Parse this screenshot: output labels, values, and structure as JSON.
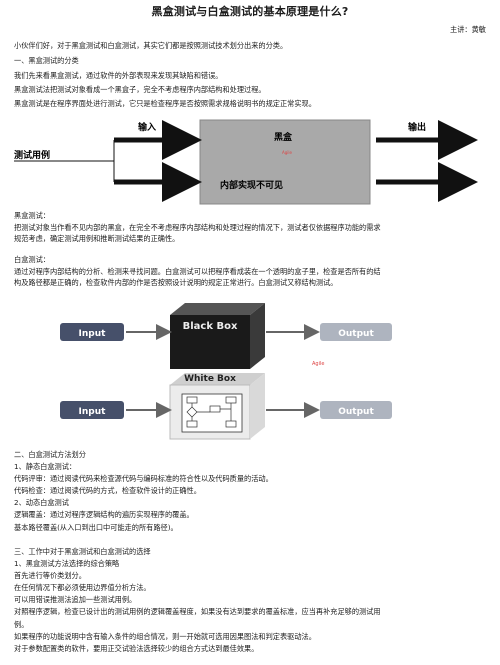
{
  "doc": {
    "title": "黑盒测试与白盒测试的基本原理是什么?",
    "author": "主讲：黄敏"
  },
  "intro": "小伙伴们好，对于黑盒测试和白盒测试，其实它们都是按照测试技术划分出来的分类。",
  "section1": {
    "heading": "一、黑盒测试的分类",
    "lines": [
      "我们先来看黑盒测试，通过软件的外部表现来发现其缺陷和错误。",
      "黑盒测试法把测试对象看成一个黑盒子，完全不考虑程序内部结构和处理过程。",
      "黑盒测试是在程序界面处进行测试，它只是检查程序是否按照需求规格说明书的规定正常实现。"
    ]
  },
  "diagram1": {
    "input_label": "输入",
    "output_label": "输出",
    "box_label": "黑盒",
    "watermark": "Agile",
    "internal_label": "内部实现不可见",
    "test_cases_label": "测试用例"
  },
  "bb_def": {
    "heading": "黑盒测试：",
    "lines": [
      "把测试对象当作看不见内部的黑盒，在完全不考虑程序内部结构和处理过程的情况下，测试者仅依据程序功能的需求",
      "规范考虑，确定测试用例和推断测试结果的正确性。"
    ]
  },
  "wb_def": {
    "heading": "白盒测试：",
    "lines": [
      "通过对程序内部结构的分析、检测来寻找问题。白盒测试可以把程序看成装在一个透明的盒子里，检查是否所有的结",
      "构及路径都是正确的，检查软件内部的作是否按照设计说明的规定正常进行。白盒测试又称结构测试。"
    ]
  },
  "diagram2": {
    "black_box_label": "Black Box",
    "white_box_label": "White Box",
    "input_label": "Input",
    "output_label": "Output",
    "watermark": "Agile"
  },
  "section2": {
    "heading": "二、白盒测试方法划分",
    "lines": [
      "1、静态白盒测试：",
      "代码评审：通过阅读代码来检查源代码与编码标准的符合性以及代码质量的活动。",
      "代码检查：通过阅读代码的方式，检查软件设计的正确性。",
      "2、动态白盒测试",
      "逻辑覆盖：通过对程序逻辑结构的遍历实现程序的覆盖。",
      "基本路径覆盖(从入口到出口中可能走的所有路径)。"
    ]
  },
  "section3": {
    "heading": "三、工作中对于黑盒测试和白盒测试的选择",
    "lines": [
      "1、黑盒测试方法选择的综合策略",
      "首先进行等价类划分。",
      "在任何情况下都必须使用边界值分析方法。",
      "可以用错误推测法追加一些测试用例。",
      "对照程序逻辑，检查已设计出的测试用例的逻辑覆盖程度，如果没有达到要求的覆盖标准，应当再补充足够的测试用",
      "例。",
      "如果程序的功能说明中含有输入条件的组合情况，则一开始就可选用因果图法和判定表驱动法。",
      "对于参数配置类的软件，要用正交试验法选择较少的组合方式达到最佳效果。"
    ]
  }
}
